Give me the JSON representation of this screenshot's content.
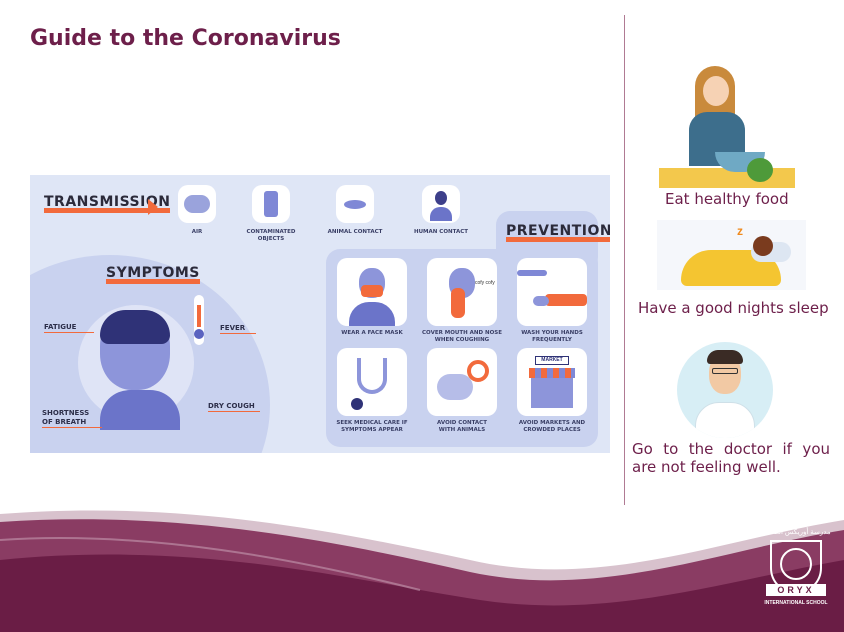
{
  "title": "Guide to the Coronavirus",
  "infographic": {
    "transmission": {
      "heading": "TRANSMISSION",
      "items": [
        "AIR",
        "CONTAMINATED OBJECTS",
        "ANIMAL CONTACT",
        "HUMAN CONTACT"
      ]
    },
    "symptoms": {
      "heading": "SYMPTOMS",
      "items": [
        "FATIGUE",
        "FEVER",
        "DRY COUGH",
        "SHORTNESS OF BREATH"
      ],
      "cough_sound": "cofy cofy"
    },
    "prevention": {
      "heading": "PREVENTION",
      "items": [
        "WEAR A FACE MASK",
        "COVER MOUTH AND NOSE WHEN COUGHING",
        "WASH YOUR HANDS FREQUENTLY",
        "SEEK MEDICAL CARE IF SYMPTOMS APPEAR",
        "AVOID CONTACT WITH ANIMALS",
        "AVOID MARKETS AND CROWDED PLACES"
      ],
      "market_sign": "MARKET"
    }
  },
  "tips": [
    "Eat healthy food",
    "Have a good nights sleep",
    "Go to the doctor if you are not feeling well."
  ],
  "logo": {
    "arabic": "مدرسة أوريكس العالمية",
    "name": "ORYX",
    "sub": "INTERNATIONAL SCHOOL"
  },
  "colors": {
    "maroon": "#6d1f4a",
    "accent": "#f26a3c",
    "purple": "#6b74c9"
  }
}
